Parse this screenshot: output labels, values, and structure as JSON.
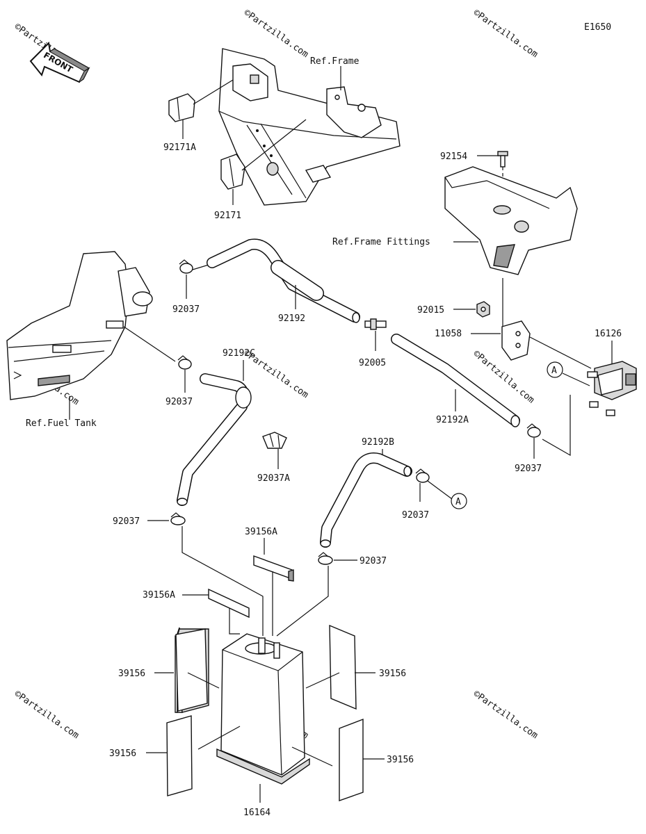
{
  "diagram_code": "E1650",
  "front_label": "FRONT",
  "watermark": "©Partzilla.com",
  "reference_labels": {
    "frame": "Ref.Frame",
    "frame_fittings": "Ref.Frame Fittings",
    "fuel_tank": "Ref.Fuel Tank"
  },
  "callout_marker": "A",
  "parts": {
    "p92171A": "92171A",
    "p92171": "92171",
    "p92154": "92154",
    "p92037_a": "92037",
    "p92192": "92192",
    "p92015": "92015",
    "p11058": "11058",
    "p16126": "16126",
    "p92037_b": "92037",
    "p92192C": "92192C",
    "p92005": "92005",
    "p92192A": "92192A",
    "p92037A": "92037A",
    "p92192B": "92192B",
    "p92037_c": "92037",
    "p92037_d": "92037",
    "p92037_e": "92037",
    "p39156A_a": "39156A",
    "p92037_f": "92037",
    "p39156A_b": "39156A",
    "p39156_a": "39156",
    "p39156_b": "39156",
    "p39156_c": "39156",
    "p39156_d": "39156",
    "p16164": "16164"
  }
}
